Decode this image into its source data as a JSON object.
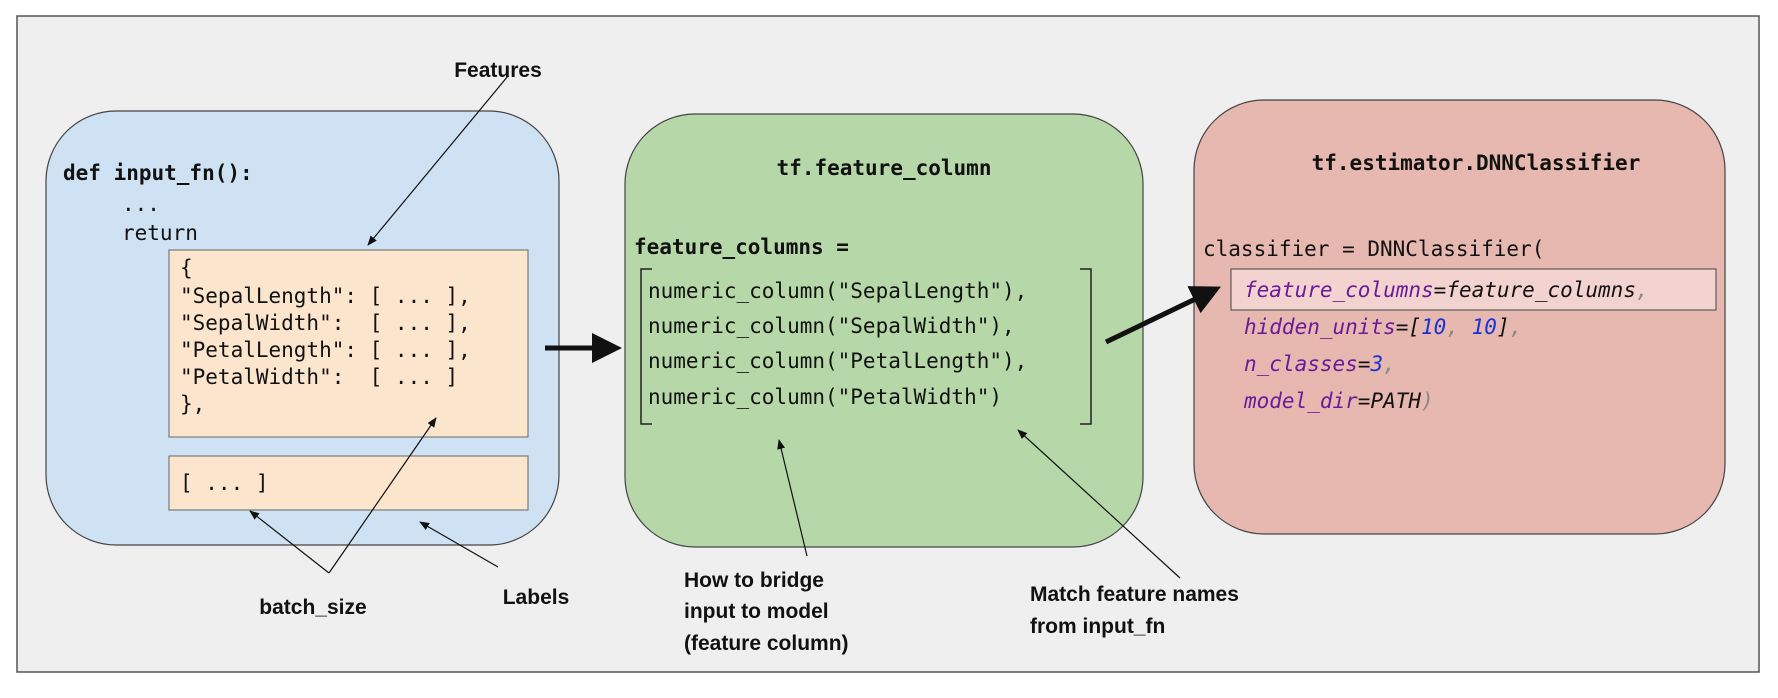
{
  "colors": {
    "frame_bg": "#efefef",
    "input_box": "#cfe2f3",
    "feature_box": "#b6d7a8",
    "estimator_box": "#e6b8af",
    "dict_box": "#fce5cd"
  },
  "input_fn": {
    "def_line": "def input_fn():",
    "ellipsis": "...",
    "return": "return",
    "features_dict": [
      "{",
      "\"SepalLength\": [ ... ],",
      "\"SepalWidth\":  [ ... ],",
      "\"PetalLength\": [ ... ],",
      "\"PetalWidth\":  [ ... ]",
      "},"
    ],
    "labels_list": "[ ... ]"
  },
  "feature_column": {
    "title": "tf.feature_column",
    "assign": "feature_columns =",
    "items": [
      "numeric_column(\"SepalLength\"),",
      "numeric_column(\"SepalWidth\"),",
      "numeric_column(\"PetalLength\"),",
      "numeric_column(\"PetalWidth\")"
    ]
  },
  "estimator": {
    "title": "tf.estimator.DNNClassifier",
    "call": "classifier = DNNClassifier(",
    "args": {
      "fc_key": "feature_columns",
      "fc_val": "feature_columns",
      "hu_key": "hidden_units",
      "hu_val1": "10",
      "hu_val2": "10",
      "nc_key": "n_classes",
      "nc_val": "3",
      "md_key": "model_dir",
      "md_val": "PATH"
    }
  },
  "annotations": {
    "features": "Features",
    "batch_size": "batch_size",
    "labels": "Labels",
    "bridge": [
      "How to bridge",
      "input to model",
      "(feature column)"
    ],
    "match": [
      "Match feature names",
      "from input_fn"
    ]
  }
}
